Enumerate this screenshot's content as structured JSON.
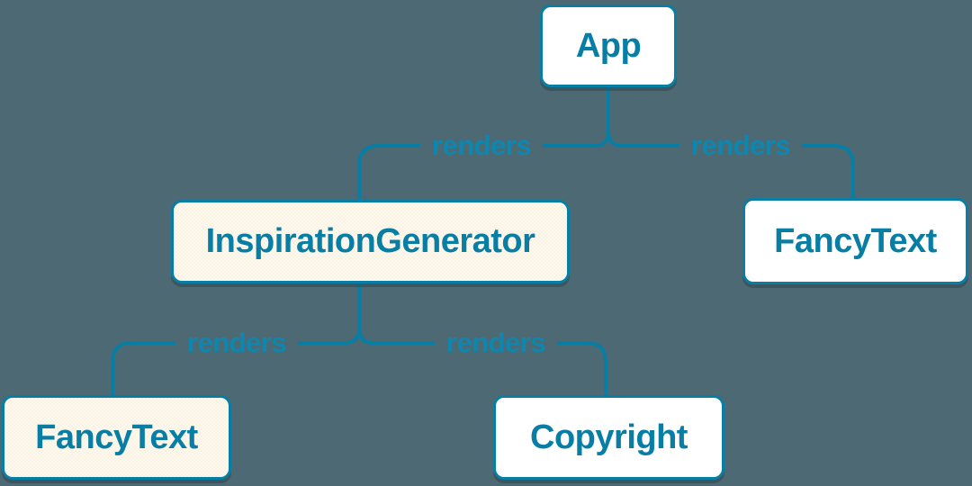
{
  "theme": {
    "bg": "#4d6973",
    "line": "#087ea4",
    "node-border": "#087ea4",
    "node-text": "#087ea4",
    "label-text": "#0e86ae",
    "node-bg-white": "#ffffff",
    "node-bg-cream": "#faf3e2"
  },
  "diagram": {
    "type": "component-render-tree",
    "nodes": [
      {
        "id": "app",
        "label": "App",
        "variant": "white"
      },
      {
        "id": "inspiration-generator",
        "label": "InspirationGenerator",
        "variant": "cream"
      },
      {
        "id": "fancy-text-right",
        "label": "FancyText",
        "variant": "white"
      },
      {
        "id": "fancy-text-left",
        "label": "FancyText",
        "variant": "cream"
      },
      {
        "id": "copyright",
        "label": "Copyright",
        "variant": "white"
      }
    ],
    "edges": [
      {
        "from": "App",
        "to": "InspirationGenerator",
        "label": "renders"
      },
      {
        "from": "App",
        "to": "FancyText",
        "label": "renders"
      },
      {
        "from": "InspirationGenerator",
        "to": "FancyText",
        "label": "renders"
      },
      {
        "from": "InspirationGenerator",
        "to": "Copyright",
        "label": "renders"
      }
    ]
  }
}
